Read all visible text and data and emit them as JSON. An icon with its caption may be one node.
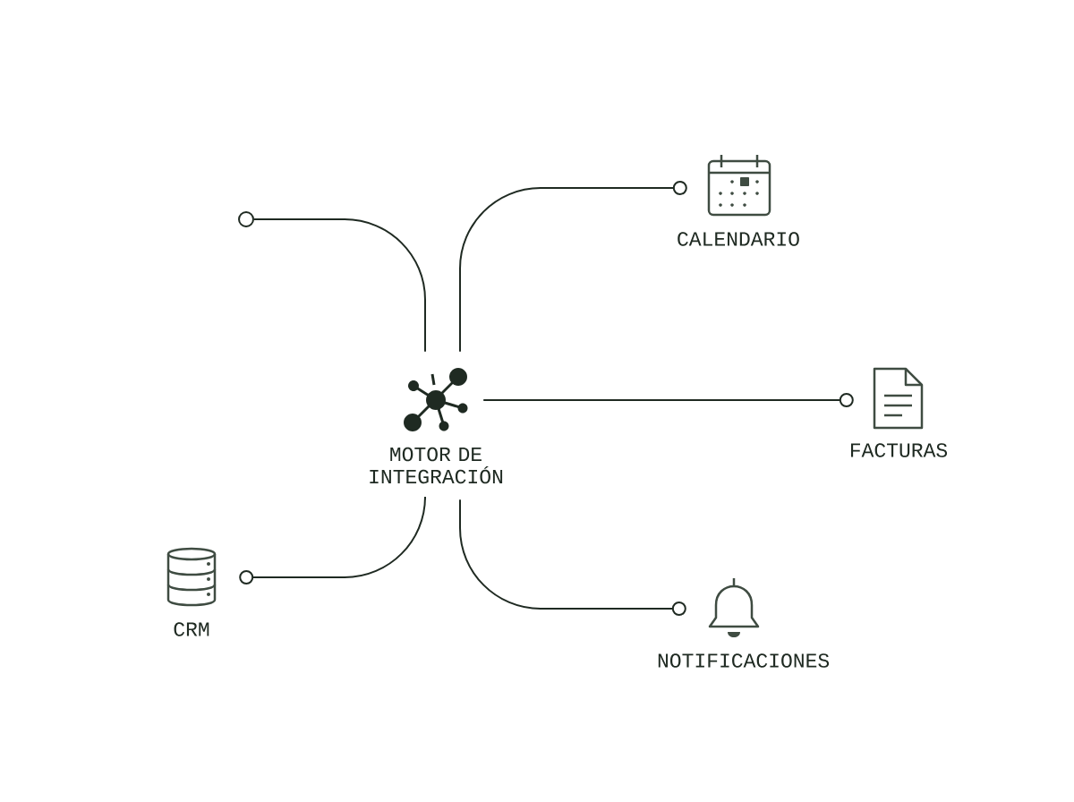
{
  "diagram": {
    "nodes": [
      {
        "text": [
          "MOTOR DE INTEGRACIÓN"
        ]
      },
      {
        "text": [],
        "shape": "circle"
      },
      {
        "text": [
          "CALENDARIO"
        ]
      },
      {
        "text": [
          "FACTURAS"
        ]
      },
      {
        "text": [
          "CRM"
        ]
      },
      {
        "text": [
          "NOTIFICACIONES"
        ]
      }
    ],
    "edges": [
      {
        "from": 0,
        "to": 1,
        "arrow": "none"
      },
      {
        "from": 0,
        "to": 2,
        "arrow": "other"
      },
      {
        "from": 0,
        "to": 3,
        "arrow": "other"
      },
      {
        "from": 0,
        "to": 4,
        "arrow": "other"
      },
      {
        "from": 0,
        "to": 5,
        "arrow": "other"
      }
    ]
  }
}
